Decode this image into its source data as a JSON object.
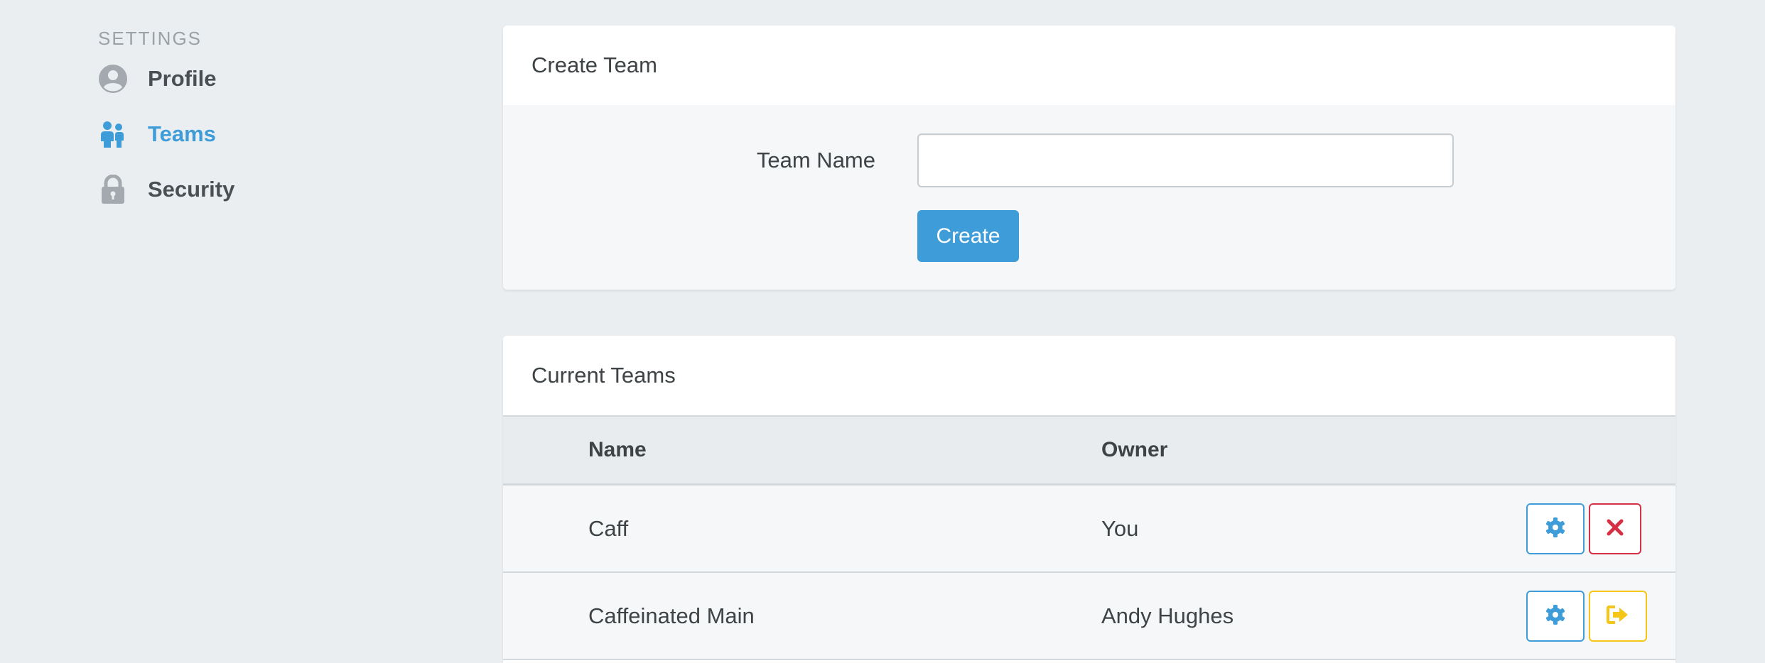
{
  "sidebar": {
    "heading": "SETTINGS",
    "items": [
      {
        "label": "Profile",
        "icon": "user-circle-icon",
        "active": false
      },
      {
        "label": "Teams",
        "icon": "users-icon",
        "active": true
      },
      {
        "label": "Security",
        "icon": "lock-icon",
        "active": false
      }
    ]
  },
  "create_team": {
    "title": "Create Team",
    "field_label": "Team Name",
    "field_value": "",
    "field_placeholder": "",
    "button_label": "Create"
  },
  "current_teams": {
    "title": "Current Teams",
    "columns": [
      "Name",
      "Owner"
    ],
    "rows": [
      {
        "name": "Caff",
        "owner": "You",
        "actions": [
          "settings-icon",
          "delete-icon"
        ]
      },
      {
        "name": "Caffeinated Main",
        "owner": "Andy Hughes",
        "actions": [
          "settings-icon",
          "leave-icon"
        ]
      }
    ]
  },
  "colors": {
    "accent": "#3e9dd9",
    "danger": "#d53043",
    "warning": "#f5c518",
    "background": "#ebeef1"
  }
}
